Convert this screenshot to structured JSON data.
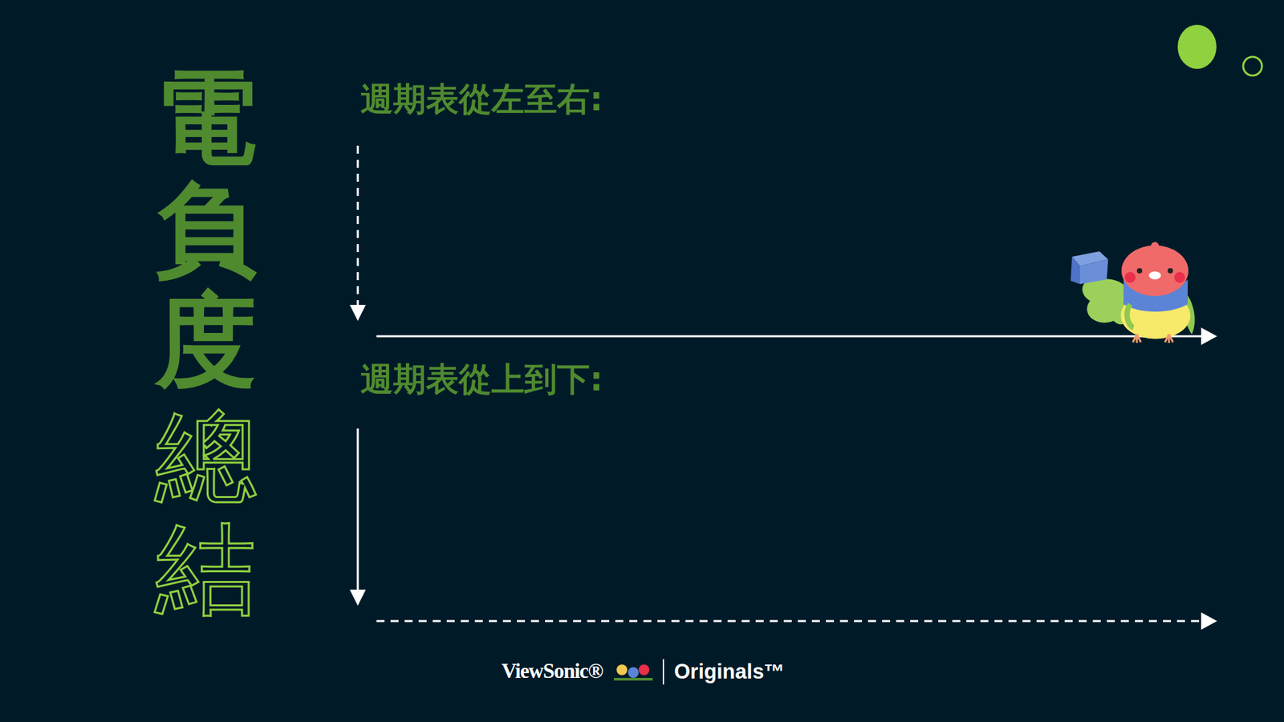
{
  "diagram": {
    "labels": [
      "電負度",
      "總結",
      "週期表從左至右:",
      "週期表從上到下:",
      "ViewSonic®",
      "Originals™"
    ]
  }
}
